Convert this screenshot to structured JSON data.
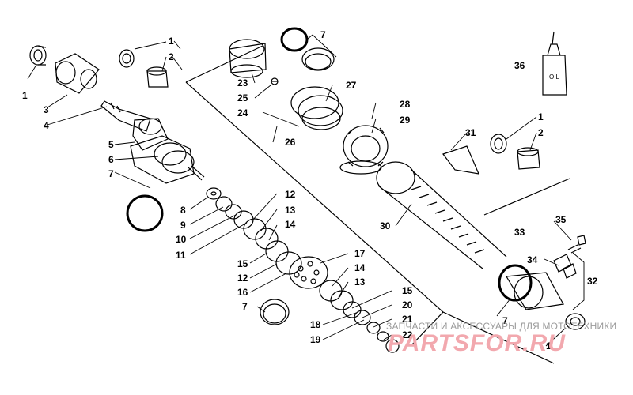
{
  "diagram": {
    "callouts": [
      {
        "id": "c1a",
        "label": "1"
      },
      {
        "id": "c1b",
        "label": "1"
      },
      {
        "id": "c1c",
        "label": "1"
      },
      {
        "id": "c1d",
        "label": "1"
      },
      {
        "id": "c2a",
        "label": "2"
      },
      {
        "id": "c2b",
        "label": "2"
      },
      {
        "id": "c3",
        "label": "3"
      },
      {
        "id": "c4",
        "label": "4"
      },
      {
        "id": "c5",
        "label": "5"
      },
      {
        "id": "c6",
        "label": "6"
      },
      {
        "id": "c7a",
        "label": "7"
      },
      {
        "id": "c7b",
        "label": "7"
      },
      {
        "id": "c7c",
        "label": "7"
      },
      {
        "id": "c7d",
        "label": "7"
      },
      {
        "id": "c8",
        "label": "8"
      },
      {
        "id": "c9",
        "label": "9"
      },
      {
        "id": "c10",
        "label": "10"
      },
      {
        "id": "c11",
        "label": "11"
      },
      {
        "id": "c12a",
        "label": "12"
      },
      {
        "id": "c12b",
        "label": "12"
      },
      {
        "id": "c13a",
        "label": "13"
      },
      {
        "id": "c13b",
        "label": "13"
      },
      {
        "id": "c14a",
        "label": "14"
      },
      {
        "id": "c14b",
        "label": "14"
      },
      {
        "id": "c15a",
        "label": "15"
      },
      {
        "id": "c15b",
        "label": "15"
      },
      {
        "id": "c16",
        "label": "16"
      },
      {
        "id": "c17",
        "label": "17"
      },
      {
        "id": "c18",
        "label": "18"
      },
      {
        "id": "c19",
        "label": "19"
      },
      {
        "id": "c20",
        "label": "20"
      },
      {
        "id": "c21",
        "label": "21"
      },
      {
        "id": "c22",
        "label": "22"
      },
      {
        "id": "c23",
        "label": "23"
      },
      {
        "id": "c24",
        "label": "24"
      },
      {
        "id": "c25",
        "label": "25"
      },
      {
        "id": "c26",
        "label": "26"
      },
      {
        "id": "c27",
        "label": "27"
      },
      {
        "id": "c28",
        "label": "28"
      },
      {
        "id": "c29",
        "label": "29"
      },
      {
        "id": "c30",
        "label": "30"
      },
      {
        "id": "c31",
        "label": "31"
      },
      {
        "id": "c32",
        "label": "32"
      },
      {
        "id": "c33",
        "label": "33"
      },
      {
        "id": "c34",
        "label": "34"
      },
      {
        "id": "c35",
        "label": "35"
      },
      {
        "id": "c36",
        "label": "36"
      }
    ],
    "oil_bottle_label": "OIL"
  },
  "watermark": {
    "caption": "ЗАПЧАСТИ И АКСЕССУАРЫ ДЛЯ МОТОТЕХНИКИ",
    "brand": "PARTSFOR.RU"
  },
  "colors": {
    "line": "#000000",
    "background": "#ffffff",
    "watermark_brand": "#f2a8ae",
    "watermark_caption": "#9a9a9a"
  }
}
